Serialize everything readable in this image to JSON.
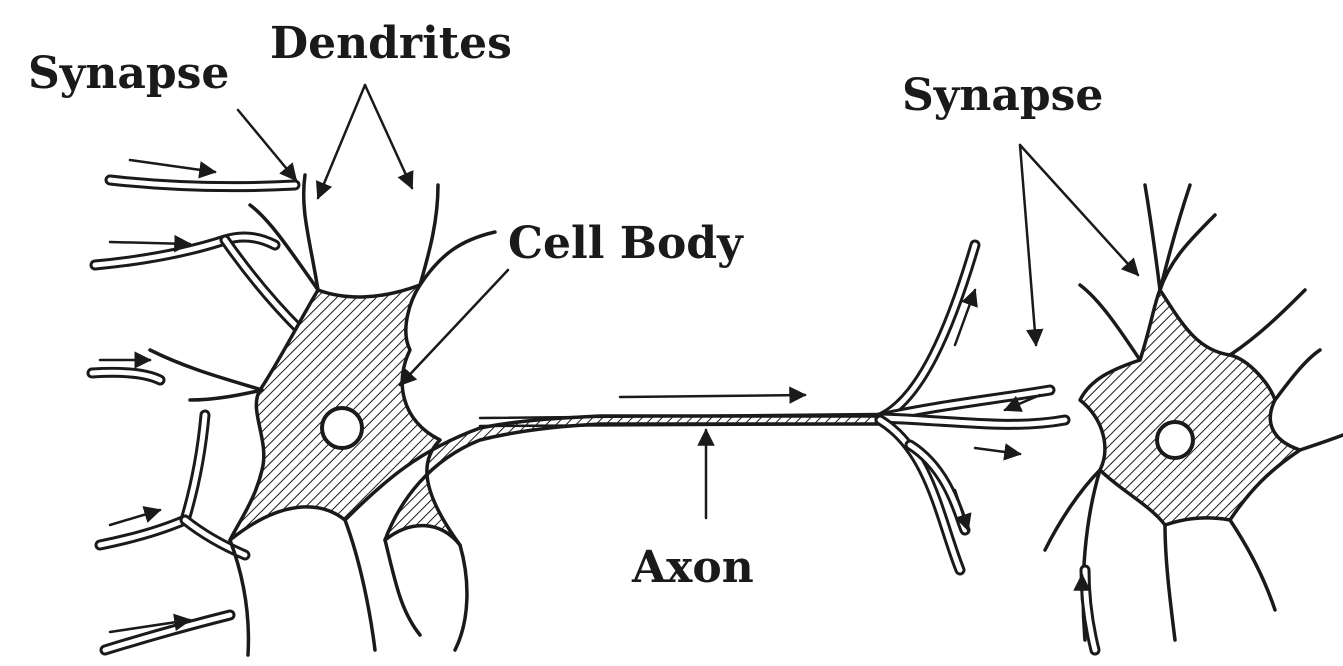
{
  "labels": {
    "synapse_left": "Synapse",
    "dendrites": "Dendrites",
    "cell_body": "Cell Body",
    "synapse_right": "Synapse",
    "axon": "Axon"
  },
  "colors": {
    "ink": "#1a1a1a",
    "background": "#ffffff"
  }
}
